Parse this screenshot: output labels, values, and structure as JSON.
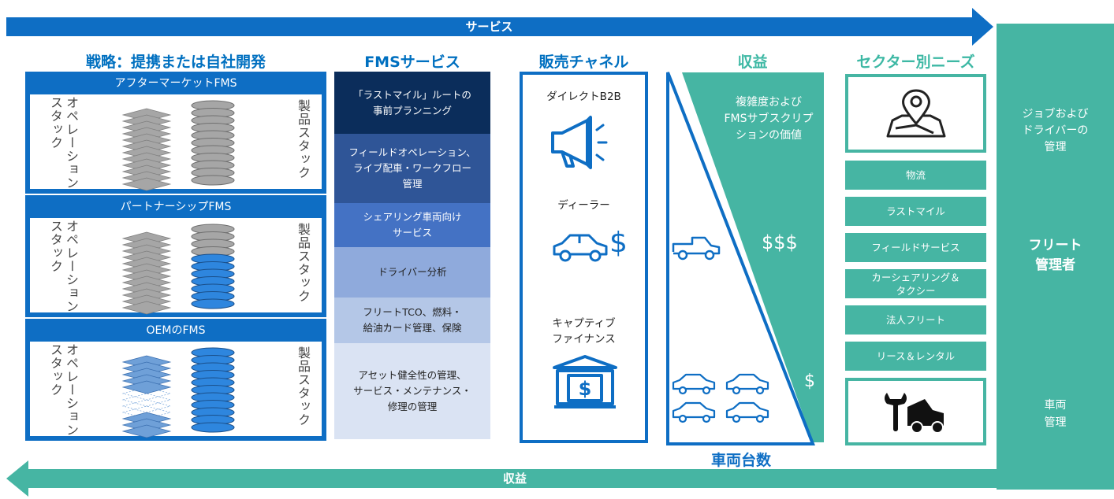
{
  "top_arrow_label": "サービス",
  "bottom_arrow_label": "収益",
  "headers": {
    "strategy": "戦略：提携または自社開発",
    "fms_services": "FMSサービス",
    "sales_channel": "販売チャネル",
    "revenue": "収益",
    "sector_needs": "セクター別ニーズ"
  },
  "strategy_boxes": [
    {
      "title": "アフターマーケットFMS",
      "left": "オペレーションスタック",
      "right": "製品スタック"
    },
    {
      "title": "パートナーシップFMS",
      "left": "オペレーションスタック",
      "right": "製品スタック"
    },
    {
      "title": "OEMのFMS",
      "left": "オペレーションスタック",
      "right": "製品スタック"
    }
  ],
  "fms_services": [
    {
      "lines": [
        "「ラストマイル」ルートの",
        "事前プランニング"
      ],
      "color": "#0b2d5b"
    },
    {
      "lines": [
        "フィールドオペレーション、",
        "ライブ配車・ワークフロー",
        "管理"
      ],
      "color": "#2f5597"
    },
    {
      "lines": [
        "シェアリング車両向け",
        "サービス"
      ],
      "color": "#4472c4"
    },
    {
      "lines": [
        "ドライバー分析"
      ],
      "color": "#8faadc"
    },
    {
      "lines": [
        "フリートTCO、燃料・",
        "給油カード管理、保険"
      ],
      "color": "#b4c7e7"
    },
    {
      "lines": [
        "アセット健全性の管理、",
        "サービス・メンテナンス・",
        "修理の管理"
      ],
      "color": "#dae3f3"
    }
  ],
  "sales_channels": {
    "direct": "ダイレクトB2B",
    "dealer": "ディーラー",
    "captive_1": "キャプティブ",
    "captive_2": "ファイナンス",
    "dealer_symbol": "$"
  },
  "revenue": {
    "desc_1": "複雑度および",
    "desc_2": "FMSサブスクリプ",
    "desc_3": "ションの価値",
    "high": "$$$",
    "low": "$",
    "vehicle_count": "車両台数"
  },
  "sector_needs": [
    "物流",
    "ラストマイル",
    "フィールドサービス",
    "カーシェアリング＆|タクシー",
    "法人フリート",
    "リース＆レンタル"
  ],
  "fleet_manager": {
    "top_1": "ジョブおよび",
    "top_2": "ドライバーの",
    "top_3": "管理",
    "mid_1": "フリート",
    "mid_2": "管理者",
    "bottom_1": "車両",
    "bottom_2": "管理"
  },
  "colors": {
    "blue": "#0e6ec4",
    "teal": "#46b5a3"
  }
}
